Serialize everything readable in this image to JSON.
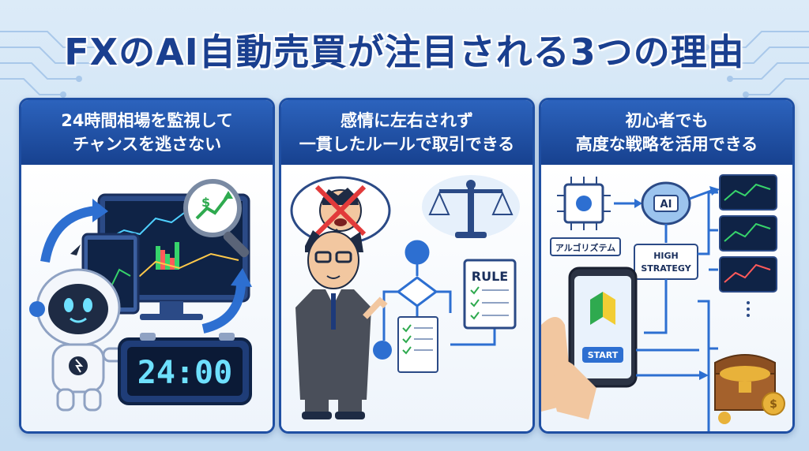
{
  "title": "FXのAI自動売買が注目される3つの理由",
  "panels": [
    {
      "line1": "24時間相場を監視して",
      "line2": "チャンスを逃さない",
      "clock": "24:00",
      "dollar": "$"
    },
    {
      "line1": "感情に左右されず",
      "line2": "一貫したルールで取引できる",
      "rule_label": "RULE"
    },
    {
      "line1": "初心者でも",
      "line2": "高度な戦略を活用できる",
      "algorithm_label": "アルゴリズテム",
      "ai_label": "AI",
      "strategy_label1": "HIGH",
      "strategy_label2": "STRATEGY",
      "start_label": "START",
      "coin": "$"
    }
  ],
  "colors": {
    "title": "#1a3f8f",
    "panel_header": "#1f4fa3",
    "accent": "#2d6fd1",
    "clock_digits": "#6ee0ff",
    "gold": "#e8b23a"
  }
}
